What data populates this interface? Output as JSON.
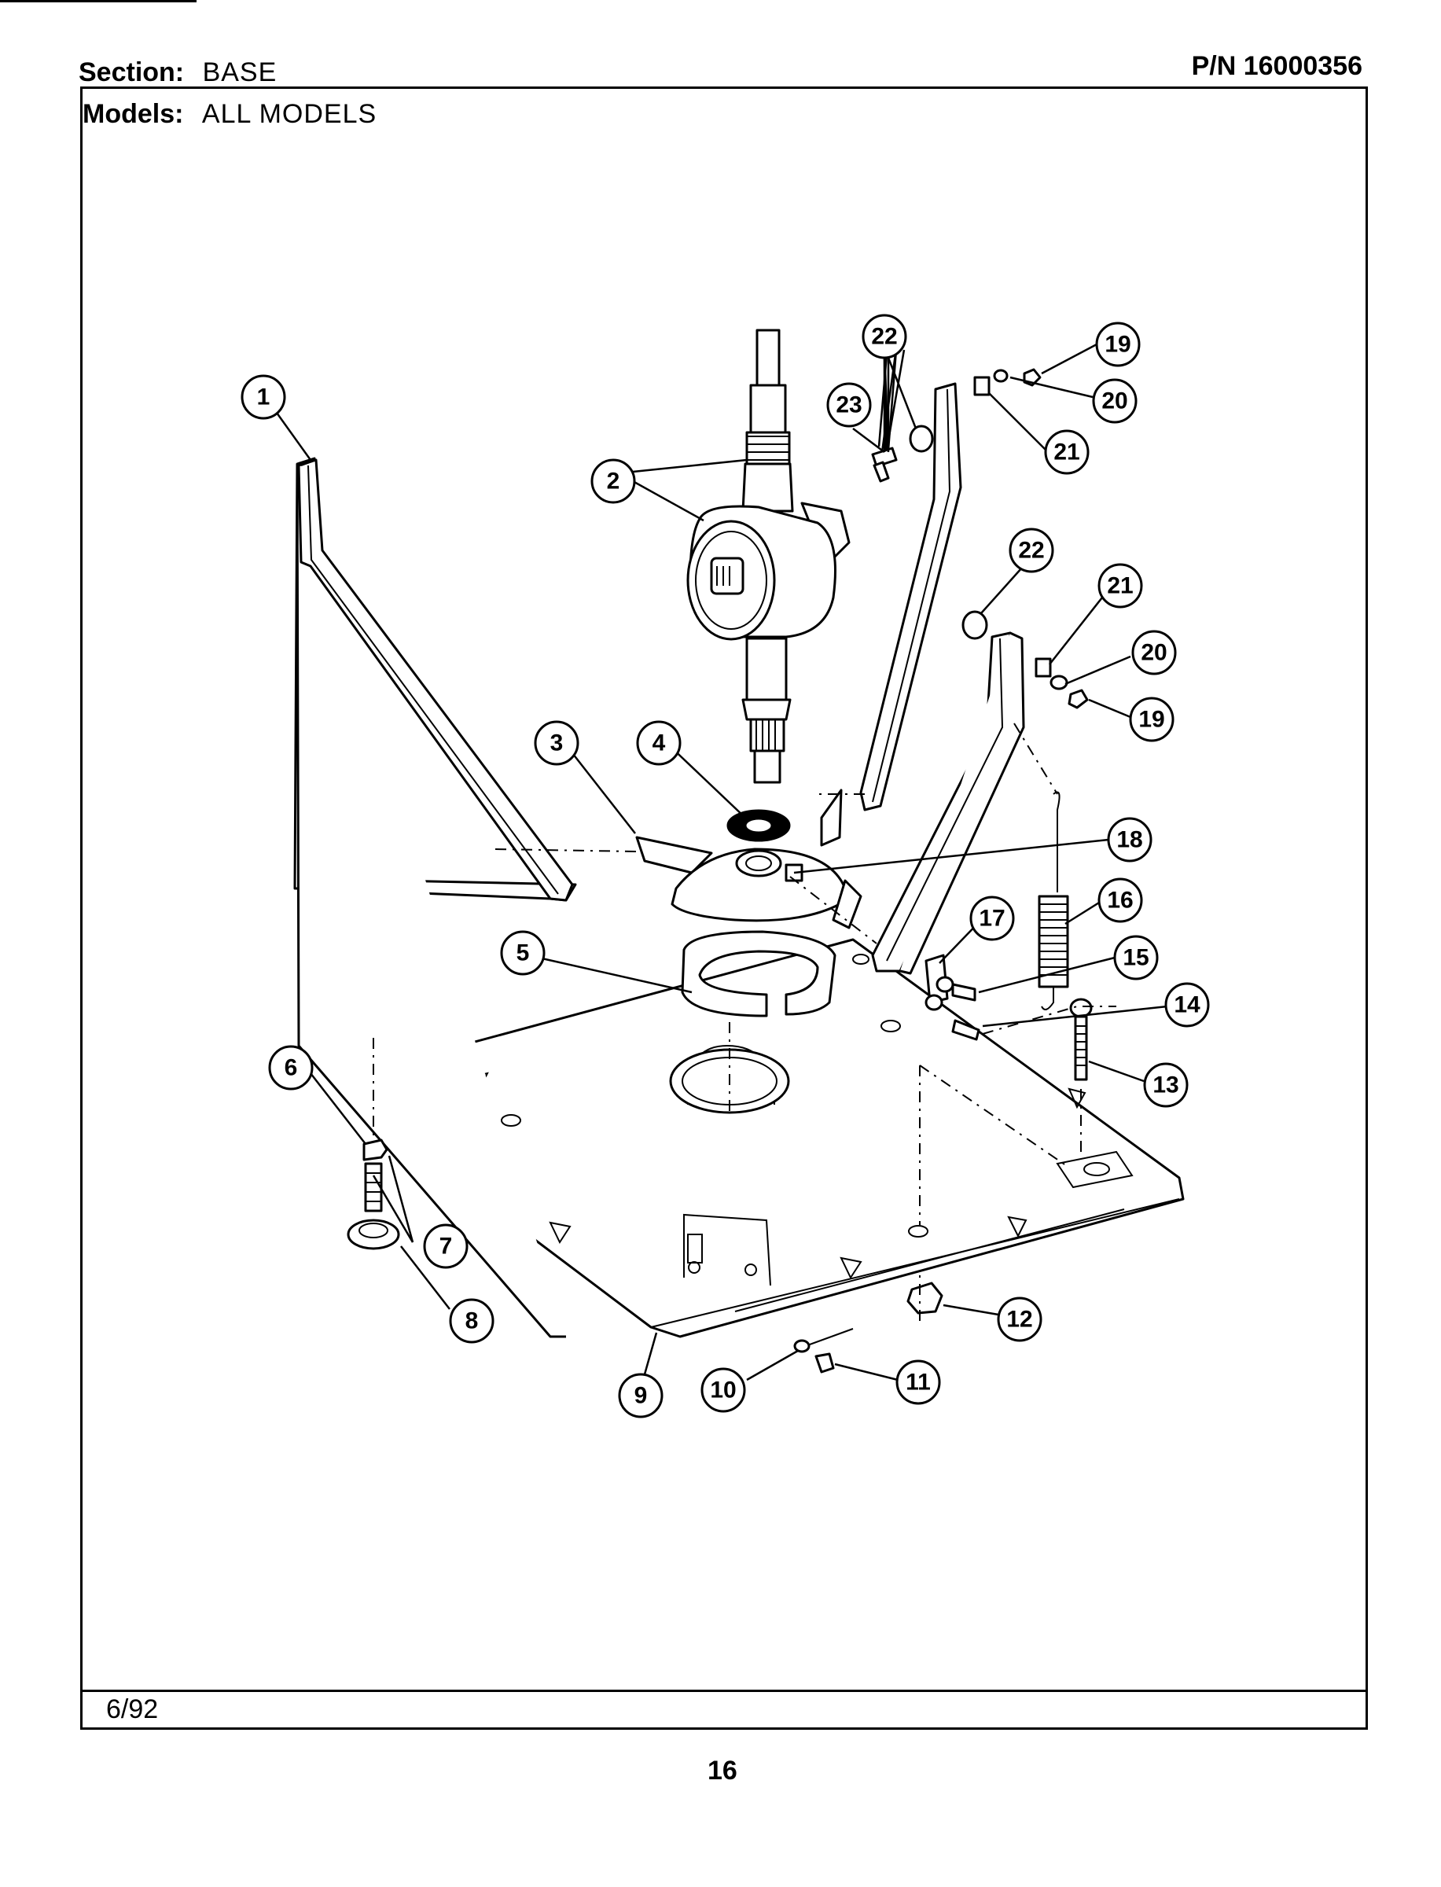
{
  "header": {
    "section_label": "Section:",
    "section_value": "BASE",
    "part_number": "P/N 16000356"
  },
  "models": {
    "label": "Models:",
    "value": "ALL MODELS"
  },
  "footer": {
    "date": "6/92",
    "page_number": "16"
  },
  "callouts": {
    "c1": "1",
    "c2": "2",
    "c3": "3",
    "c4": "4",
    "c5": "5",
    "c6": "6",
    "c7": "7",
    "c8": "8",
    "c9": "9",
    "c10": "10",
    "c11": "11",
    "c12": "12",
    "c13": "13",
    "c14": "14",
    "c15": "15",
    "c16": "16",
    "c17": "17",
    "c18": "18",
    "c19a": "19",
    "c20a": "20",
    "c21a": "21",
    "c22a": "22",
    "c23": "23",
    "c19b": "19",
    "c20b": "20",
    "c21b": "21",
    "c22b": "22"
  }
}
